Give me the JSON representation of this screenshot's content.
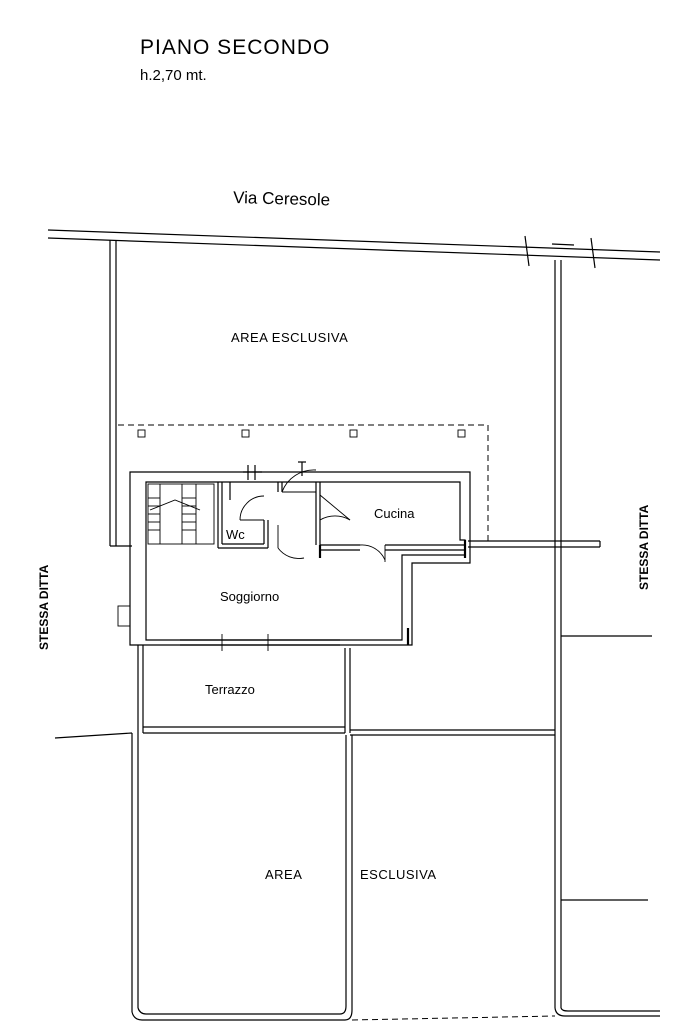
{
  "header": {
    "title": "PIANO SECONDO",
    "subtitle": "h.2,70 mt."
  },
  "labels": {
    "street": "Via Ceresole",
    "area_top": "AREA ESCLUSIVA",
    "area_bottom_left": "AREA",
    "area_bottom_right": "ESCLUSIVA",
    "stessa_left": "STESSA DITTA",
    "stessa_right": "STESSA DITTA",
    "rooms": {
      "wc": "Wc",
      "cucina": "Cucina",
      "soggiorno": "Soggiorno",
      "terrazzo": "Terrazzo"
    }
  }
}
